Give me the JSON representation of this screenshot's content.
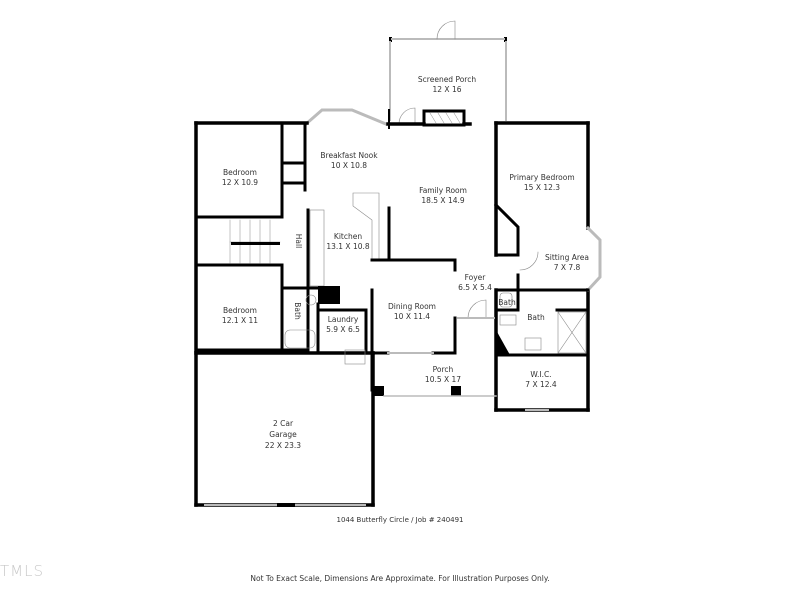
{
  "plan": {
    "address_line": "1044 Butterfly Circle / Job # 240491",
    "disclaimer": "Not To Exact Scale, Dimensions Are Approximate. For Illustration Purposes Only.",
    "watermark": "TMLS",
    "colors": {
      "wall": "#000000",
      "window": "#bbbbbb",
      "background": "#ffffff",
      "text": "#333333"
    }
  },
  "rooms": {
    "screened_porch": {
      "name": "Screened Porch",
      "dim": "12 X 16"
    },
    "breakfast_nook": {
      "name": "Breakfast Nook",
      "dim": "10 X 10.8"
    },
    "family_room": {
      "name": "Family Room",
      "dim": "18.5 X 14.9"
    },
    "primary_bedroom": {
      "name": "Primary Bedroom",
      "dim": "15 X 12.3"
    },
    "sitting_area": {
      "name": "Sitting Area",
      "dim": "7 X 7.8"
    },
    "bedroom_1": {
      "name": "Bedroom",
      "dim": "12 X 10.9"
    },
    "hall": {
      "name": "Hall"
    },
    "kitchen": {
      "name": "Kitchen",
      "dim": "13.1 X 10.8"
    },
    "foyer": {
      "name": "Foyer",
      "dim": "6.5 X 5.4"
    },
    "dining_room": {
      "name": "Dining Room",
      "dim": "10 X 11.4"
    },
    "bedroom_2": {
      "name": "Bedroom",
      "dim": "12.1 X 11"
    },
    "bath_hall": {
      "name": "Bath"
    },
    "laundry": {
      "name": "Laundry",
      "dim": "5.9 X 6.5"
    },
    "bath_toilet": {
      "name": "Bath"
    },
    "bath_primary": {
      "name": "Bath"
    },
    "wic": {
      "name": "W.I.C.",
      "dim": "7 X 12.4"
    },
    "porch": {
      "name": "Porch",
      "dim": "10.5 X 17"
    },
    "garage": {
      "name": "2 Car",
      "name2": "Garage",
      "dim": "22 X 23.3"
    }
  }
}
